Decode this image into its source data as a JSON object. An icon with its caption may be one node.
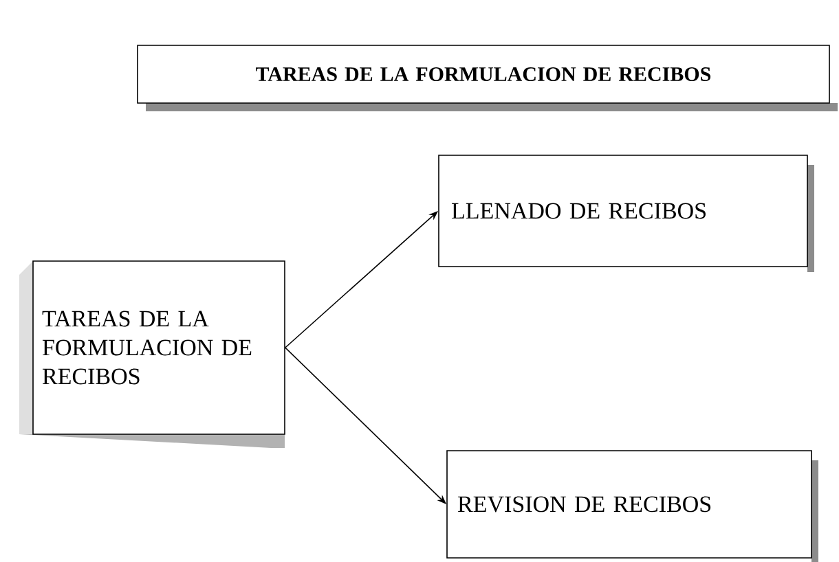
{
  "diagram": {
    "nodes": [
      {
        "text": [
          "TAREAS DE LA FORMULACION DE RECIBOS"
        ]
      },
      {
        "text": [
          "TAREAS DE LA FORMULACION DE RECIBOS"
        ]
      },
      {
        "text": [
          "LLENADO DE RECIBOS"
        ]
      },
      {
        "text": [
          "REVISION DE RECIBOS"
        ]
      }
    ],
    "edges": [
      {
        "from": 1,
        "to": 2,
        "arrow": "to"
      },
      {
        "from": 1,
        "to": 3,
        "arrow": "to"
      }
    ]
  }
}
